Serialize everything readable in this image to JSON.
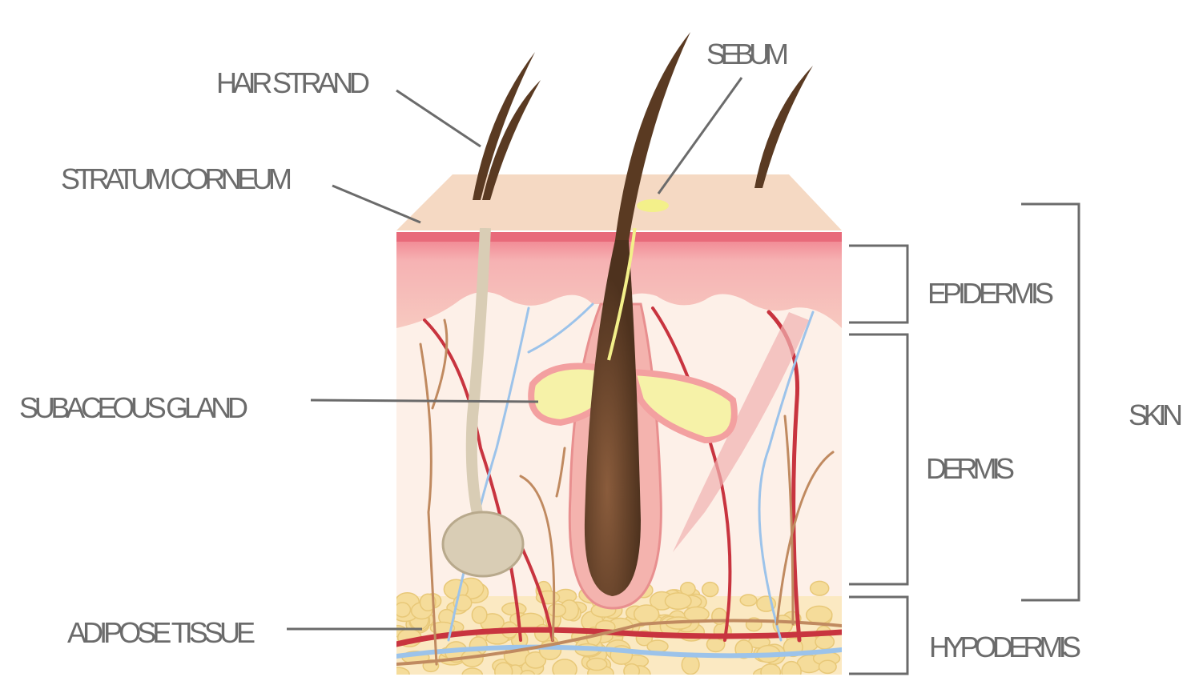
{
  "title": "Skin anatomy diagram",
  "labels": {
    "hair_strand": "HAIR STRAND",
    "stratum_corneum": "STRATUM CORNEUM",
    "subaceous_gland": "SUBACEOUS GLAND",
    "adipose_tissue": "ADIPOSE TISSUE",
    "sebum": "SEBUM",
    "epidermis": "EPIDERMIS",
    "dermis": "DERMIS",
    "hypodermis": "HYPODERMIS",
    "skin": "SKIN"
  },
  "colors": {
    "label": "#6b6b6b",
    "surface": "#f5d9c3",
    "epidermis": "#f2a3a6",
    "dermis": "#fdf0e8",
    "hair": "#5a3a22",
    "fat": "#f5dc9a",
    "artery": "#c8343f",
    "vein": "#9cc3ea",
    "nerve": "#c08a60",
    "sebum": "#f3f08a"
  }
}
